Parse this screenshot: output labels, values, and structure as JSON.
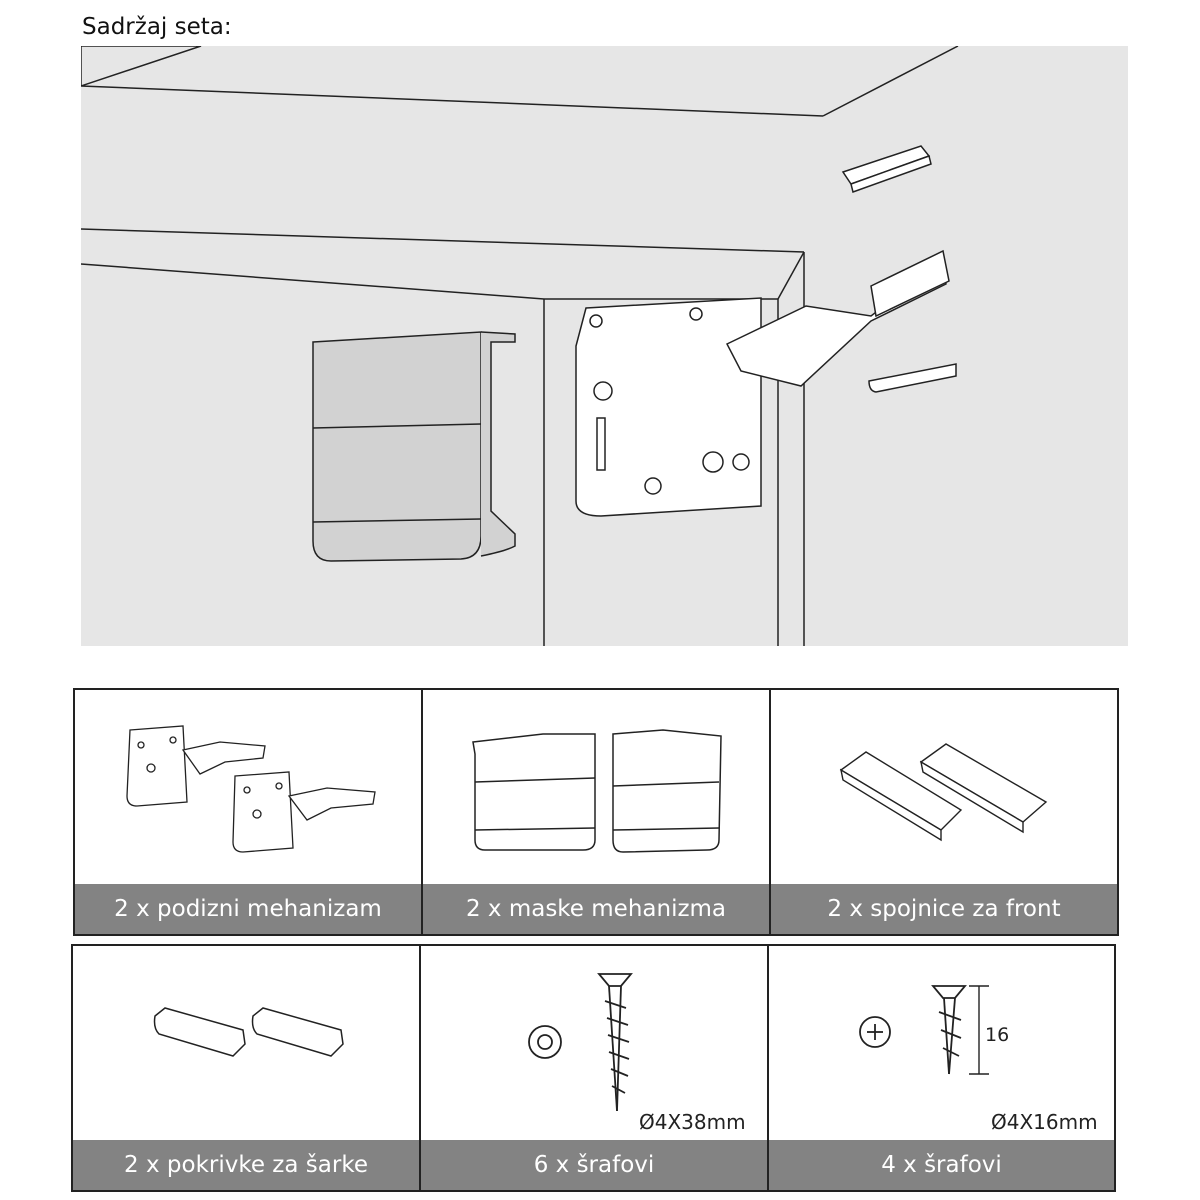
{
  "title": "Sadržaj seta:",
  "scene_icons": [
    "cabinet-top-panel",
    "cabinet-side-panel",
    "lift-mechanism-icon",
    "mechanism-cover-icon",
    "front-connector-icon",
    "hinge-cap-icon"
  ],
  "items_row1": [
    {
      "caption": "2 x podizni mehanizam",
      "icon": "lift-mechanism-icon"
    },
    {
      "caption": "2 x maske mehanizma",
      "icon": "mechanism-cover-icon"
    },
    {
      "caption": "2 x spojnice za front",
      "icon": "front-connector-icon"
    }
  ],
  "items_row2": [
    {
      "caption": "2 x pokrivke za šarke",
      "icon": "hinge-cap-icon"
    },
    {
      "caption": "6 x šrafovi",
      "icon": "screw-icon",
      "dimension": "Ø4X38mm"
    },
    {
      "caption": "4 x šrafovi",
      "icon": "screw-icon",
      "dimension": "Ø4X16mm",
      "length_label": "16"
    }
  ],
  "colors": {
    "scene_fill": "#e6e6e6",
    "caption_bg": "#838383",
    "line": "#222222"
  }
}
